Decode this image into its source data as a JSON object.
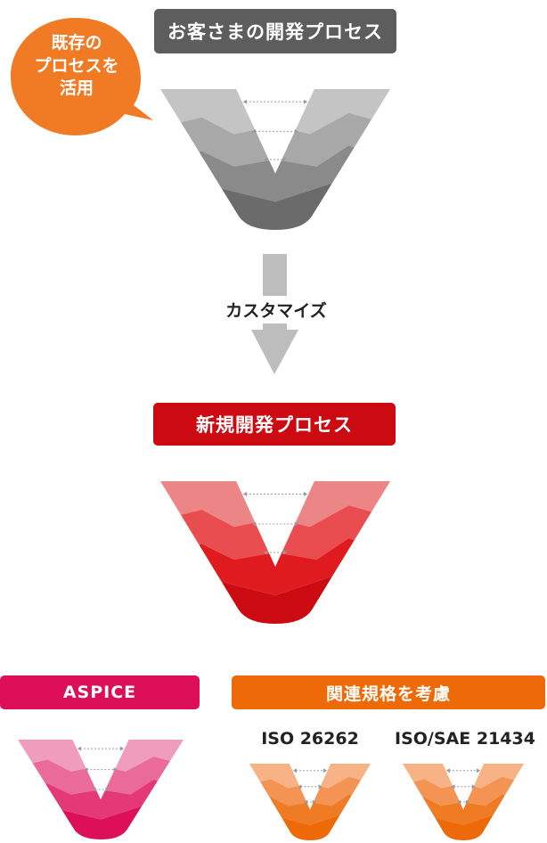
{
  "customer_process": {
    "title": "お客さまの開発プロセス",
    "color": "#5d5d5d",
    "layers": [
      "#c4c4c4",
      "#a8a8a8",
      "#8a8a8a",
      "#6b6b6b"
    ]
  },
  "bubble": {
    "lines": [
      "既存の",
      "プロセスを",
      "活用"
    ],
    "color": "#f07b24"
  },
  "customize": {
    "label": "カスタマイズ",
    "arrow_color": "#bdbdbd"
  },
  "new_process": {
    "title": "新規開発プロセス",
    "color": "#cc0a12",
    "layers": [
      "#ec8585",
      "#e94d4f",
      "#e01b1f",
      "#cc0a12"
    ]
  },
  "aspice": {
    "title": "ASPICE",
    "color": "#dc0f58",
    "layers": [
      "#ef9cbd",
      "#ea6b98",
      "#e53877",
      "#dc0f58"
    ]
  },
  "standards": {
    "title": "関連規格を考慮",
    "color": "#ee6a08",
    "layers": [
      "#f7b285",
      "#f39454",
      "#f07b25",
      "#ee6a08"
    ],
    "items": [
      {
        "label": "ISO 26262"
      },
      {
        "label": "ISO/SAE 21434"
      }
    ]
  }
}
